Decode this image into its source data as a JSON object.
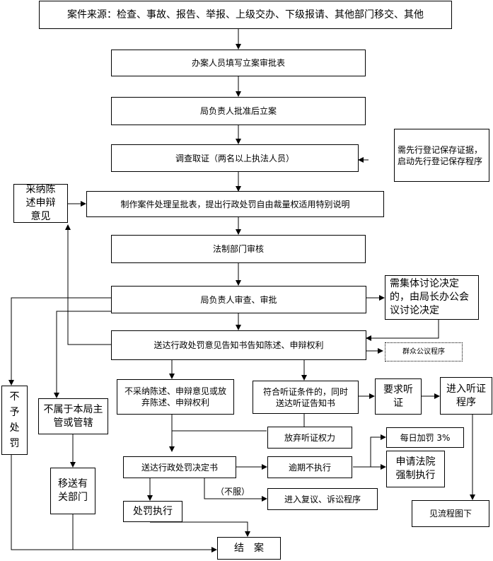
{
  "nodes": {
    "source": "案件来源：检查、事故、报告、举报、上级交办、下级报请、其他部门移交、其他",
    "fill_form": "办案人员填写立案审批表",
    "approve_case": "局负责人批准后立案",
    "investigate": "调查取证（两名以上执法人员）",
    "preserve": "需先行登记保存证据，启动先行登记保存程序",
    "adopt_statement": "采纳陈述申辩意见",
    "make_form": "制作案件处理呈批表，提出行政处罚自由裁量权适用特别说明",
    "legal_review": "法制部门审核",
    "head_review": "局负责人审查、审批",
    "collective": "需集体讨论决定的，由局长办公会议讨论决定",
    "notice": "送达行政处罚意见告知书告知陈述、申辩权利",
    "mass_meeting": "群众公议程序",
    "no_penalty": "不予处罚",
    "not_jurisdiction": "不属于本局主管或管辖",
    "transfer": "移送有关部门",
    "not_adopted": "不采纳陈述、申辩意见或放弃陈述、申辩权利",
    "hearing_cond": "符合听证条件的，同时送达听证告知书",
    "request_hearing": "要求听证",
    "enter_hearing": "进入听证程序",
    "waive_hearing": "放弃听证权力",
    "daily_fine": "每日加罚 3%",
    "court": "申请法院强制执行",
    "deliver_decision": "送达行政处罚决定书",
    "overdue": "逾期不执行",
    "review_lit": "进入复议、诉讼程序",
    "see_flow": "见流程图下",
    "execute": "处罚执行",
    "close": "结　案"
  },
  "labels": {
    "not_accept": "（不服）"
  }
}
